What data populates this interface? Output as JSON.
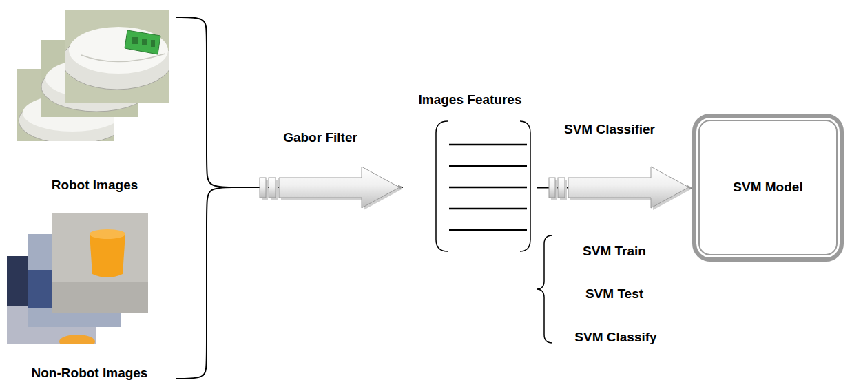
{
  "diagram": {
    "nodes": [
      {
        "text": [
          "Robot Images"
        ]
      },
      {
        "text": [
          "Non-Robot Images"
        ]
      },
      {
        "text": [
          "Images Features"
        ]
      },
      {
        "text": [
          "SVM Model"
        ]
      }
    ],
    "edges": [
      {
        "from": 0,
        "to": 2,
        "arrow": "to",
        "label": "Gabor Filter"
      },
      {
        "from": 1,
        "to": 2,
        "arrow": "to"
      },
      {
        "from": 2,
        "to": 3,
        "arrow": "to",
        "label": "SVM Classifier"
      }
    ],
    "labels": [
      "SVM Train",
      "SVM Test",
      "SVM Classify"
    ]
  }
}
